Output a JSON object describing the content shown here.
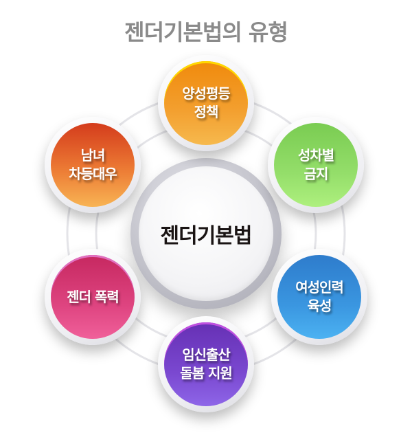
{
  "title": "젠더기본법의 유형",
  "hub": {
    "label": "젠더기본법"
  },
  "nodes": [
    {
      "id": "top",
      "label": "양성평등\n정책",
      "colors": [
        "#f08a0c",
        "#f6b046"
      ]
    },
    {
      "id": "upper-right",
      "label": "성차별\n금지",
      "colors": [
        "#7ccf56",
        "#a8ec7e"
      ]
    },
    {
      "id": "lower-right",
      "label": "여성인력\n육성",
      "colors": [
        "#2f7fcf",
        "#48aef0"
      ]
    },
    {
      "id": "bottom",
      "label": "임신출산\n돌봄 지원",
      "colors": [
        "#6a32b8",
        "#8c62e6"
      ]
    },
    {
      "id": "lower-left",
      "label": "젠더 폭력",
      "colors": [
        "#c82a62",
        "#ee5e94"
      ]
    },
    {
      "id": "upper-left",
      "label": "남녀\n차등대우",
      "colors": [
        "#d8401c",
        "#f7b252"
      ]
    }
  ],
  "colors": {
    "title": "#8a8a8a",
    "hub_text": "#1a1414",
    "ring_line": "#e2e2e6"
  }
}
